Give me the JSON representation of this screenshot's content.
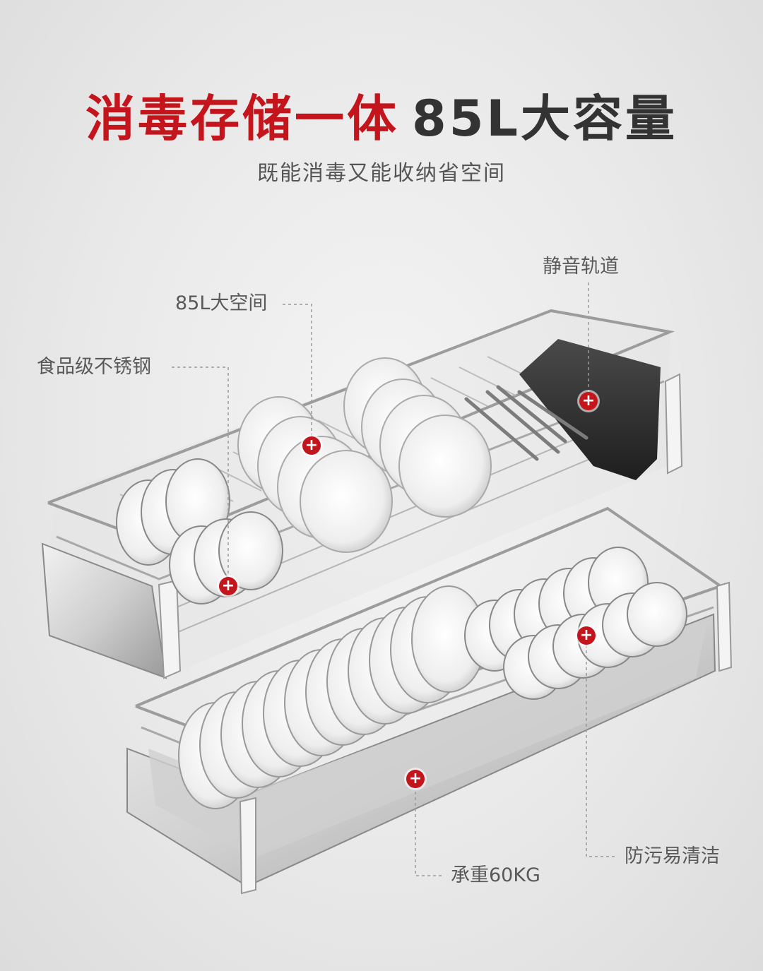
{
  "header": {
    "title_red": "消毒存储一体",
    "title_dark": "85L大容量",
    "subtitle": "既能消毒又能收纳省空间"
  },
  "callouts": {
    "silent_rail": "静音轨道",
    "large_space": "85L大空间",
    "food_grade_steel": "食品级不锈钢",
    "easy_clean": "防污易清洁",
    "load_bearing": "承重60KG"
  },
  "hotspot_symbol": "+",
  "colors": {
    "accent": "#c4151c",
    "title_dark": "#333333",
    "text": "#595959"
  }
}
